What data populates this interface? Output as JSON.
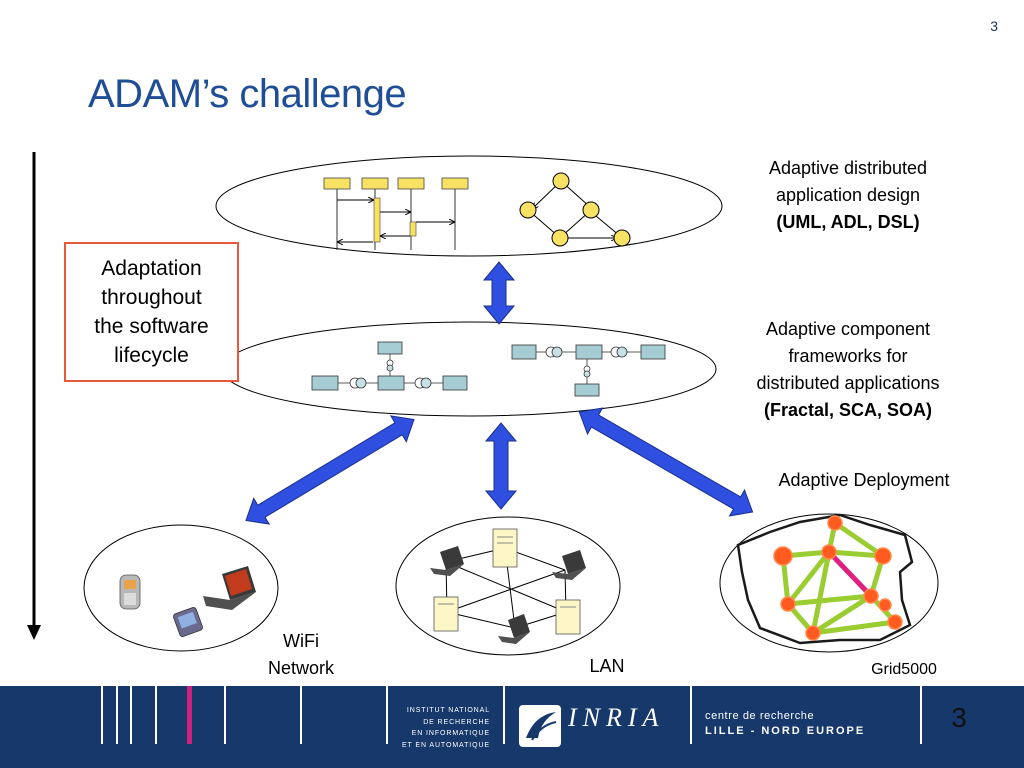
{
  "slide": {
    "number_top": "3",
    "title": "ADAM’s challenge"
  },
  "lifecycle_box": {
    "lines": [
      "Adaptation",
      "throughout",
      "the software",
      "lifecycle"
    ]
  },
  "layers": {
    "design": {
      "lines": [
        "Adaptive distributed",
        "application design"
      ],
      "bold": "(UML, ADL, DSL)"
    },
    "framework": {
      "lines": [
        "Adaptive component",
        "frameworks for",
        "distributed applications"
      ],
      "bold": "(Fractal, SCA, SOA)"
    },
    "deployment": {
      "label": "Adaptive Deployment"
    }
  },
  "networks": {
    "wifi": [
      "WiFi",
      "Network"
    ],
    "lan": "LAN",
    "grid": "Grid5000"
  },
  "footer": {
    "institute_lines": [
      "INSTITUT NATIONAL",
      "DE RECHERCHE",
      "EN INFORMATIQUE",
      "ET EN AUTOMATIQUE"
    ],
    "logo_text": "INRIA",
    "center_line1": "centre de recherche",
    "center_line2": "LILLE - NORD EUROPE",
    "page_number": "3"
  },
  "colors": {
    "title": "#1f4e96",
    "arrow_fill": "#2e4fe0",
    "footer_bg": "#16386b",
    "box_border": "#e8593c",
    "grid_line": "#9acd32",
    "grid_node": "#ff5a1f"
  }
}
